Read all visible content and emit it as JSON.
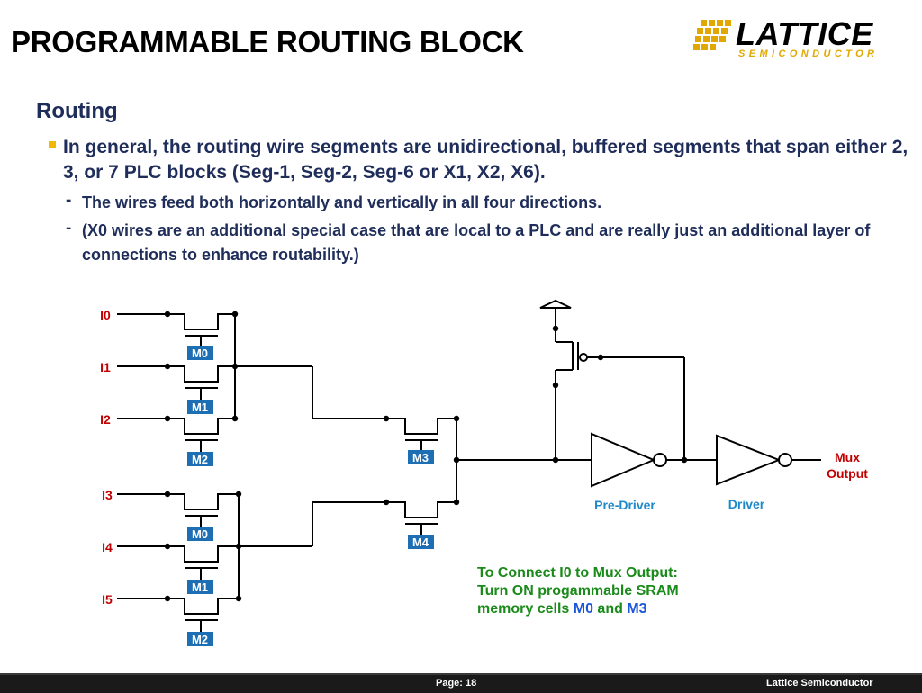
{
  "header": {
    "title": "PROGRAMMABLE ROUTING BLOCK",
    "logo_word": "LATTICE",
    "logo_sub": "SEMICONDUCTOR",
    "colors": {
      "title_text": "#000000",
      "logo_accent": "#e0a800"
    }
  },
  "content": {
    "heading": "Routing",
    "bullet": "In general, the routing wire segments are unidirectional, buffered segments that span either 2, 3, or 7 PLC blocks (Seg-1, Seg-2, Seg-6 or X1, X2, X6).",
    "subs": [
      "The wires feed both horizontally and vertically in all four directions.",
      "(X0 wires are an additional special case that are local to a PLC and are really just an additional layer of connections to enhance routability.)"
    ],
    "dash": "-",
    "colors": {
      "text": "#1f2d5a",
      "bullet": "#f2b705"
    }
  },
  "diagram": {
    "inputs": [
      "I0",
      "I1",
      "I2",
      "I3",
      "I4",
      "I5"
    ],
    "cells_top": [
      "M0",
      "M1",
      "M2"
    ],
    "cells_bottom": [
      "M0",
      "M1",
      "M2"
    ],
    "cells_stage2": [
      "M3",
      "M4"
    ],
    "pre_driver": "Pre-Driver",
    "driver": "Driver",
    "output": [
      "Mux",
      "Output"
    ],
    "colors": {
      "input_label": "#c00000",
      "cell_fill": "#1e6eb4",
      "gate_label": "#1e88c8",
      "wire": "#000000"
    }
  },
  "note": {
    "line1": "To Connect I0 to Mux Output:",
    "line2": "Turn ON progammable SRAM",
    "line3_prefix": "memory cells",
    "cell_a": "M0",
    "conj": "and",
    "cell_b": "M3",
    "colors": {
      "text": "#1a8a1a",
      "cell": "#1a56d8"
    }
  },
  "footer": {
    "page": "Page: 18",
    "company": "Lattice Semiconductor"
  }
}
